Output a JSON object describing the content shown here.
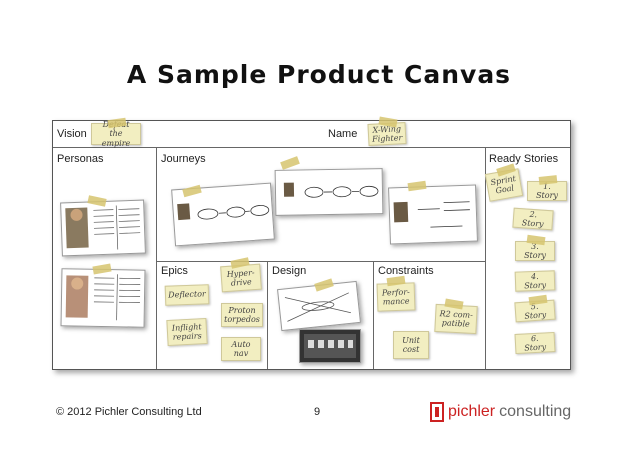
{
  "title": "A Sample Product Canvas",
  "canvas": {
    "vision": {
      "label": "Vision",
      "note": "Defeat the empire"
    },
    "name": {
      "label": "Name",
      "note": "X-Wing Fighter"
    },
    "personas": {
      "label": "Personas"
    },
    "journeys": {
      "label": "Journeys"
    },
    "epics": {
      "label": "Epics",
      "notes": [
        "Deflector",
        "Hyper-drive",
        "Proton torpedos",
        "Inflight repairs",
        "Auto nav"
      ]
    },
    "design": {
      "label": "Design"
    },
    "constraints": {
      "label": "Constraints",
      "notes": [
        "Perfor-mance",
        "R2 com-patible",
        "Unit cost"
      ]
    },
    "ready_stories": {
      "label": "Ready Stories",
      "sprint_goal": "Sprint Goal",
      "stories": [
        "1. Story",
        "2. Story",
        "3. Story",
        "4. Story",
        "5. Story",
        "6. Story"
      ]
    }
  },
  "footer": {
    "copyright": "© 2012 Pichler Consulting Ltd",
    "page_number": "9",
    "logo_primary": "pichler",
    "logo_secondary": "consulting"
  },
  "colors": {
    "sticky_note": "#f2eec1",
    "tape": "#d6c46e",
    "border": "#555555",
    "logo_red": "#cc2222"
  }
}
